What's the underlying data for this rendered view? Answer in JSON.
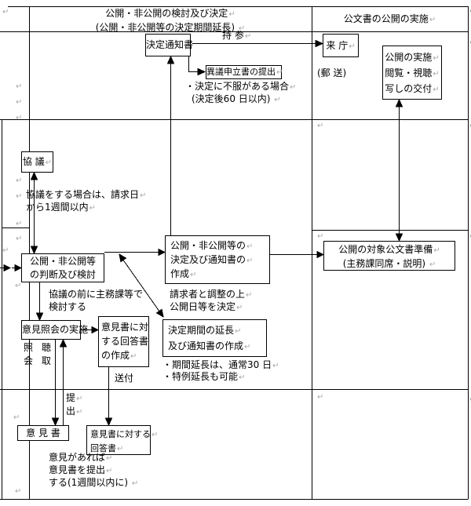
{
  "pilcrow": "↵",
  "header": {
    "main_line1": "公開・非公開の検討及び決定↵",
    "main_line2": "(公開・非公開等の決定期間延長) ↵",
    "right": "公文書の公開の実施↵"
  },
  "boxes": {
    "kettei_tsuchisho": {
      "lines": [
        "決定通知書"
      ]
    },
    "raicho": {
      "lines": [
        "来 庁↵"
      ]
    },
    "kokai_jisshi": {
      "lines": [
        "公開の実施↵",
        "閲覧・視聴↵",
        "写しの交付↵"
      ]
    },
    "igi_moshitate": {
      "lines": [
        "異議申立書の提出↵"
      ]
    },
    "kyogi": {
      "lines": [
        "協 議↵"
      ]
    },
    "handan": {
      "lines": [
        "公開・非公開等",
        "の判断及び検討"
      ]
    },
    "iken_shokai": {
      "lines": [
        "意見照会の実施"
      ]
    },
    "kettei_sakusei": {
      "lines": [
        "公開・非公開等の↵",
        "決定及び通知書の↵",
        "作成↵"
      ]
    },
    "kikan_encho": {
      "lines": [
        "決定期間の延長↵",
        "及び通知書の作成↵"
      ]
    },
    "junbi": {
      "lines": [
        "公開の対象公文書準備↵",
        "(主務課同席・説明) ↵"
      ]
    },
    "kaitosho_sakusei": {
      "lines": [
        "意見書に対",
        "する回答書",
        "の作成↵"
      ]
    },
    "ikensho": {
      "lines": [
        "意 見 書"
      ]
    },
    "ikensho_kaitosho": {
      "lines": [
        "意見書に対する↵",
        "回答書↵"
      ]
    }
  },
  "labels": {
    "jisan": "持 参↵",
    "yuso": "(郵 送)",
    "fufuku1": "・決定に不服がある場合↵",
    "fufuku2": "(決定後60 日以内) ↵",
    "kyogi_note1": "協議をする場合は、請求日↵",
    "kyogi_note2": "から1週間以内↵",
    "kento_note1": "協議の前に主務課等で",
    "kento_note2": "検討する",
    "chosei_note1": "請求者と調整の上↵",
    "chosei_note2": "公開日等を決定↵",
    "encho_note1": "・期間延長は、通常30 日↵",
    "encho_note2": "・特例延長も可能↵",
    "sho": "照",
    "kai": "会",
    "cho": "聴",
    "shu": "取",
    "tei": "提↵",
    "shutsu": "出↵",
    "sofu": "送付",
    "iken_note1": "意見があれば↵",
    "iken_note2": "意見書を提出↵",
    "iken_note3": "する(1週間以内に) ↵"
  },
  "colors": {
    "line": "#000000",
    "mark": "#a8a8a8",
    "background": "#ffffff"
  }
}
